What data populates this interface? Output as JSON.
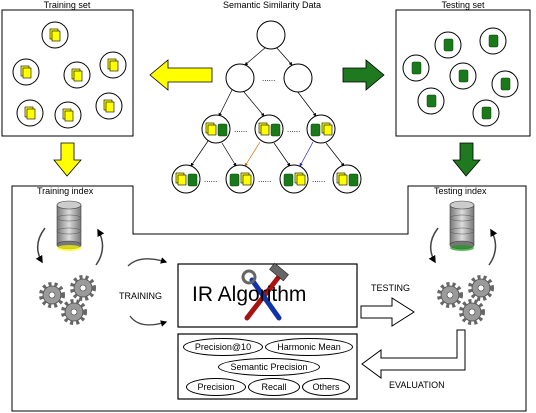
{
  "labels": {
    "training_set": "Training set",
    "semantic_data": "Semantic Similarity Data",
    "testing_set": "Testing set",
    "training_index": "Training index",
    "testing_index": "Testing index",
    "training": "TRAINING",
    "testing": "TESTING",
    "evaluation": "EVALUATION",
    "algorithm": "IR Algorithm",
    "ellipsis": "......"
  },
  "metrics": [
    "Precision@10",
    "Harmonic Mean",
    "Semantic Precision",
    "Precision",
    "Recall",
    "Others"
  ],
  "icons": {
    "training_doc": "yellow-document-icon",
    "testing_doc": "green-document-icon",
    "database": "database-icon",
    "gears": "gears-icon",
    "tools": "hammer-wrench-icon"
  },
  "colors": {
    "yellow": "#ffff00",
    "green": "#1a7a1a",
    "arrow_green": "#2a7a2a",
    "orange": "#cc6600",
    "blue": "#2222cc"
  }
}
